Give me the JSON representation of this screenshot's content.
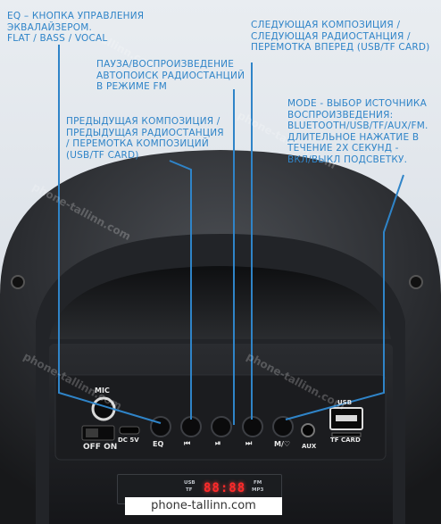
{
  "annotations": {
    "eq": [
      "EQ – Кнопка управления",
      "эквалайзером.",
      "FLAT / BASS / VOCAL"
    ],
    "play": [
      "Пауза/Воспроизведение",
      "Автопоиск радиостанций",
      "в режиме FM"
    ],
    "prev": [
      "Предыдущая композиция /",
      "Предыдущая радиостанция",
      "/ Перемотка композиций",
      "(USB/TF CARD)"
    ],
    "next": [
      "Следующая композиция /",
      "Следующая радиостанция /",
      "Перемотка вперед (USB/TF CARD)"
    ],
    "mode": [
      "MODE - Выбор источника",
      "воспроизведения:",
      "Bluetooth/USB/TF/AUX/FM.",
      "Длительное нажатие в",
      "течение 2х секунд -",
      "вкл/выкл подсветку."
    ]
  },
  "panel": {
    "mic": "MIC",
    "off_on": "OFF ON",
    "dc": "DC 5V",
    "eq": "EQ",
    "prev": "⏮",
    "play": "⏯",
    "next": "⏭",
    "mode": "M/♡",
    "aux": "AUX",
    "usb": "USB",
    "tf": "TF CARD"
  },
  "display": {
    "digits": "88:88",
    "tag_usb": "USB",
    "tag_tf": "TF",
    "tag_fm": "FM",
    "tag_mp3": "MP3"
  },
  "watermark": "phone-tallinn.com",
  "footer": "phone-tallinn.com",
  "colors": {
    "annotation": "#2f84c8",
    "speaker_body": "#2a2c2f",
    "panel": "#1a1b1e",
    "display_digits": "#ff2a2a"
  }
}
